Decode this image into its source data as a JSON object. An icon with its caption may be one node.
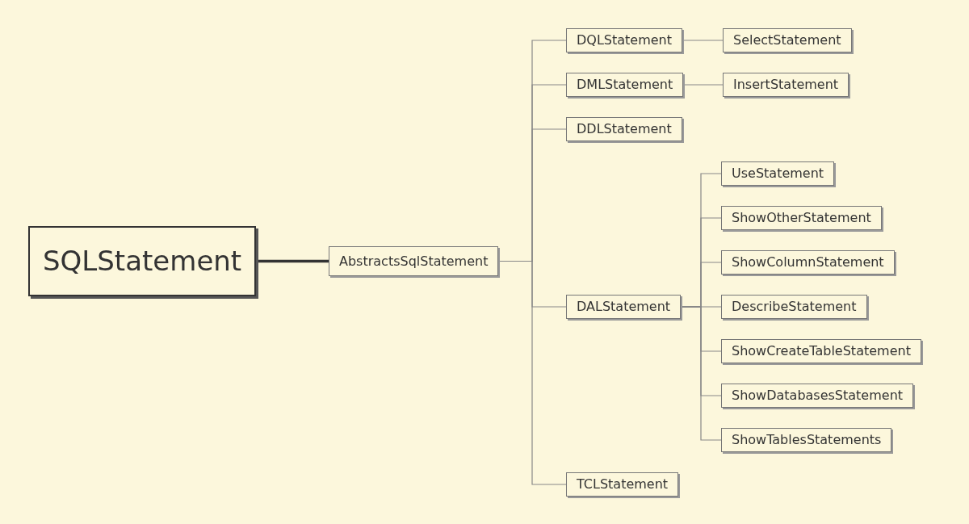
{
  "diagram": {
    "nodes": [
      {
        "text": [
          "SQLStatement"
        ]
      },
      {
        "text": [
          "AbstractsSqlStatement"
        ]
      },
      {
        "text": [
          "DQLStatement"
        ]
      },
      {
        "text": [
          "SelectStatement"
        ]
      },
      {
        "text": [
          "DMLStatement"
        ]
      },
      {
        "text": [
          "InsertStatement"
        ]
      },
      {
        "text": [
          "DDLStatement"
        ]
      },
      {
        "text": [
          "DALStatement"
        ]
      },
      {
        "text": [
          "UseStatement"
        ]
      },
      {
        "text": [
          "ShowOtherStatement"
        ]
      },
      {
        "text": [
          "ShowColumnStatement"
        ]
      },
      {
        "text": [
          "DescribeStatement"
        ]
      },
      {
        "text": [
          "ShowCreateTableStatement"
        ]
      },
      {
        "text": [
          "ShowDatabasesStatement"
        ]
      },
      {
        "text": [
          "ShowTablesStatements"
        ]
      },
      {
        "text": [
          "TCLStatement"
        ]
      }
    ],
    "edges": [
      {
        "from": 0,
        "to": 1,
        "arrow": "none",
        "style": "thick"
      },
      {
        "from": 1,
        "to": 2,
        "arrow": "none"
      },
      {
        "from": 1,
        "to": 4,
        "arrow": "none"
      },
      {
        "from": 1,
        "to": 6,
        "arrow": "none"
      },
      {
        "from": 1,
        "to": 7,
        "arrow": "none"
      },
      {
        "from": 1,
        "to": 15,
        "arrow": "none"
      },
      {
        "from": 2,
        "to": 3,
        "arrow": "none"
      },
      {
        "from": 4,
        "to": 5,
        "arrow": "none"
      },
      {
        "from": 7,
        "to": 8,
        "arrow": "none"
      },
      {
        "from": 7,
        "to": 9,
        "arrow": "none"
      },
      {
        "from": 7,
        "to": 10,
        "arrow": "none"
      },
      {
        "from": 7,
        "to": 11,
        "arrow": "none"
      },
      {
        "from": 7,
        "to": 12,
        "arrow": "none"
      },
      {
        "from": 7,
        "to": 13,
        "arrow": "none"
      },
      {
        "from": 7,
        "to": 14,
        "arrow": "none"
      }
    ]
  }
}
